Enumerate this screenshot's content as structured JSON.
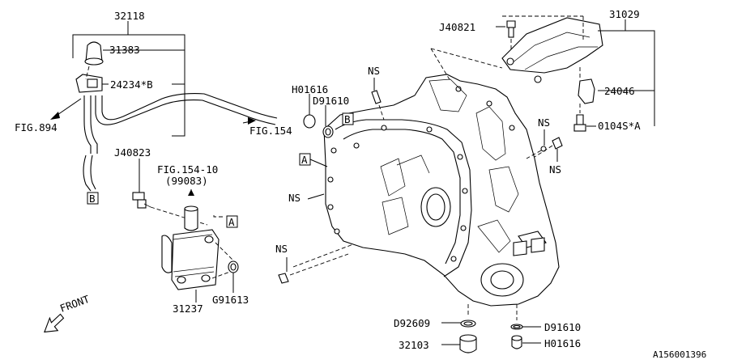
{
  "labels": {
    "p32118": "32118",
    "p31383": "31383",
    "p24234b": "24234*B",
    "fig894": "FIG.894",
    "fig154": "FIG.154",
    "j40823": "J40823",
    "fig154_10": "FIG.154-10",
    "fig154_10_sub": "(99083)",
    "p31237": "31237",
    "g91613": "G91613",
    "front": "FRONT",
    "h01616_top": "H01616",
    "d91610_top": "D91610",
    "ns_top": "NS",
    "ns_left": "NS",
    "ns_bottom": "NS",
    "ns_right_a": "NS",
    "ns_right_b": "NS",
    "j40821": "J40821",
    "p31029": "31029",
    "p24046": "24046",
    "p0104sa": "0104S*A",
    "d92609": "D92609",
    "p32103": "32103",
    "d91610_bottom": "D91610",
    "h01616_bottom": "H01616",
    "diagram_id": "A156001396"
  },
  "callouts": {
    "a_case": "A",
    "b_case": "B",
    "a_cooler": "A",
    "b_hose": "B"
  }
}
